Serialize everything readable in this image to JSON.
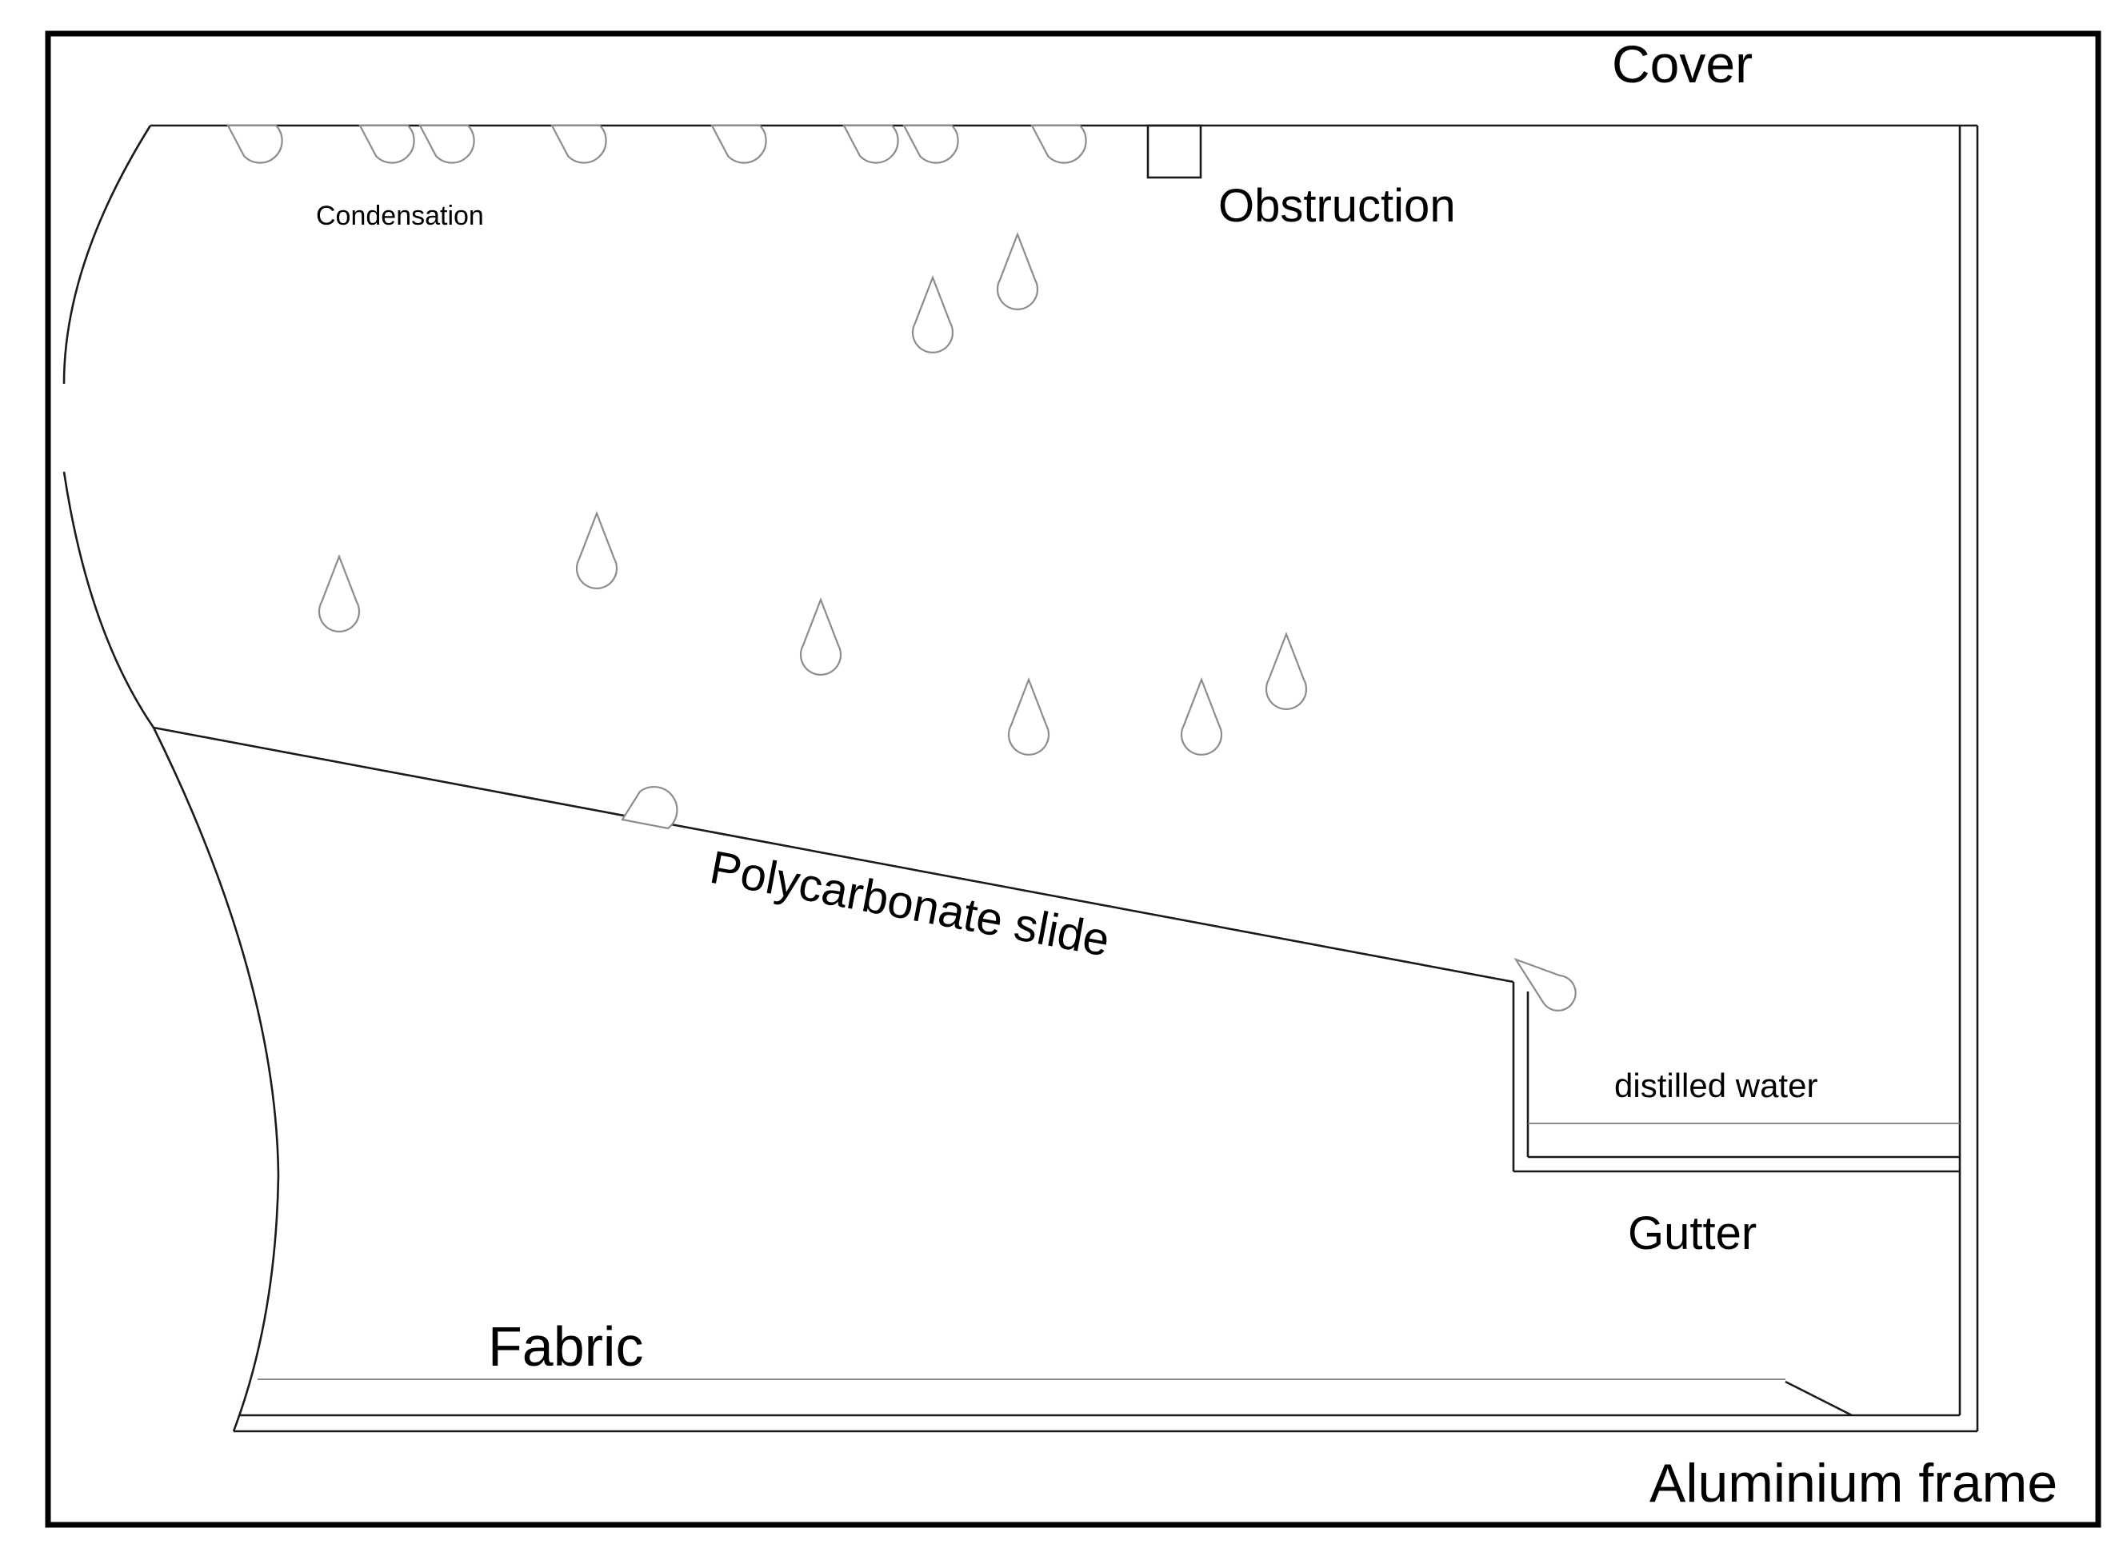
{
  "labels": {
    "cover": "Cover",
    "obstruction": "Obstruction",
    "condensation": "Condensation",
    "polycarbonate_slide": "Polycarbonate slide",
    "distilled_water": "distilled water",
    "gutter": "Gutter",
    "fabric": "Fabric",
    "aluminium_frame": "Aluminium frame"
  }
}
